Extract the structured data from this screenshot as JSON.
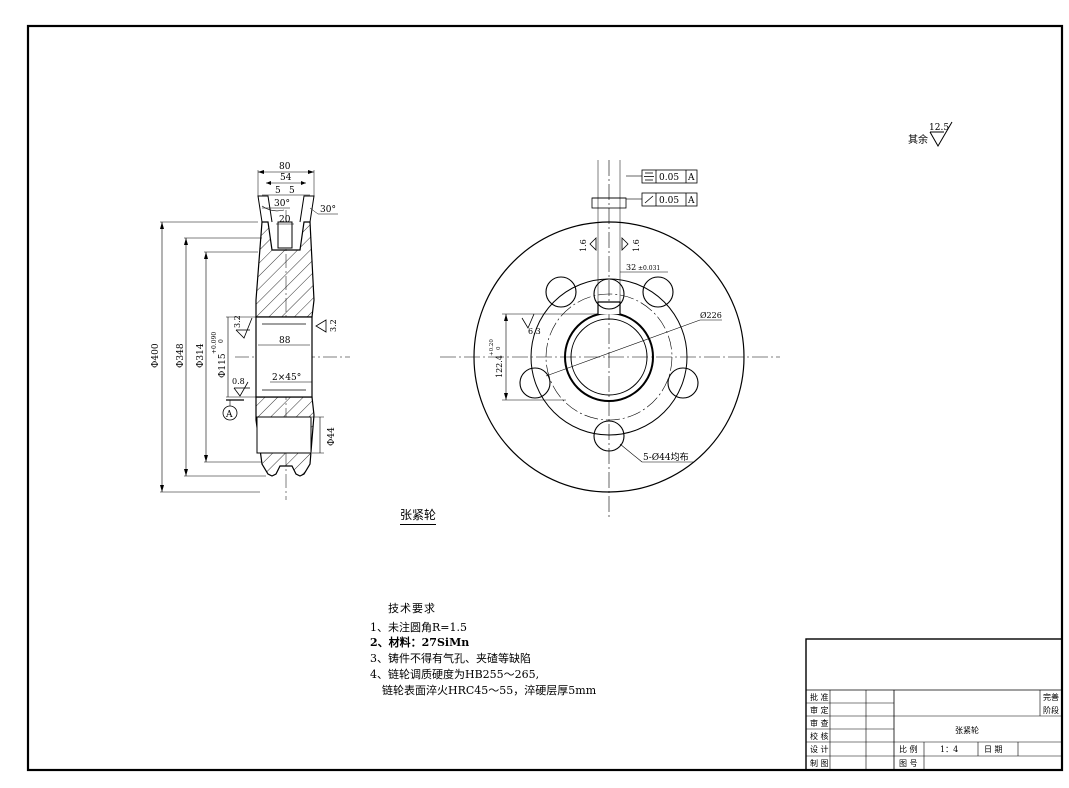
{
  "drawing": {
    "part_name": "张紧轮",
    "surface_finish_note": {
      "prefix": "其余",
      "value": "12.5"
    },
    "tolerance_frames": [
      {
        "symbol": "symmetry",
        "value": "0.05",
        "datum": "A"
      },
      {
        "symbol": "runout",
        "value": "0.05",
        "datum": "A"
      }
    ],
    "section_view": {
      "width_dims": [
        "80",
        "54",
        "5",
        "5",
        "20"
      ],
      "angles": [
        "30°",
        "30°"
      ],
      "diameters": [
        "Φ400",
        "Φ348",
        "Φ314"
      ],
      "bore": {
        "label": "Φ115",
        "upper": "+0.090",
        "lower": "0"
      },
      "hub_length": "88",
      "chamfer": "2×45°",
      "roughness": [
        "3.2",
        "3.2",
        "0.8"
      ],
      "hole_dia": "Φ44",
      "datum_label": "A"
    },
    "front_view": {
      "roughness": [
        "1.6",
        "1.6",
        "6.3"
      ],
      "keyway": {
        "label": "32",
        "tol": "±0.031"
      },
      "key_depth": {
        "label": "122.4",
        "upper": "+0.20",
        "lower": "0"
      },
      "bolt_circle": "Ø226",
      "holes_note": "5-Ø44均布"
    }
  },
  "requirements": {
    "title": "技术要求",
    "items": [
      "1、未注圆角R=1.5",
      "2、材料：27SiMn",
      "3、铸件不得有气孔、夹碴等缺陷",
      "4、链轮调质硬度为HB255～265,",
      "链轮表面淬火HRC45～55，淬硬层厚5mm"
    ]
  },
  "title_block": {
    "left_labels": [
      "批 准",
      "审 定",
      "审 查",
      "校 核",
      "设 计",
      "制 图"
    ],
    "part_name": "张紧轮",
    "stage_line1": "完善",
    "stage_line2": "阶段",
    "scale_label": "比 例",
    "scale_value": "1：4",
    "date_label": "日 期",
    "drawing_no_label": "图 号"
  }
}
